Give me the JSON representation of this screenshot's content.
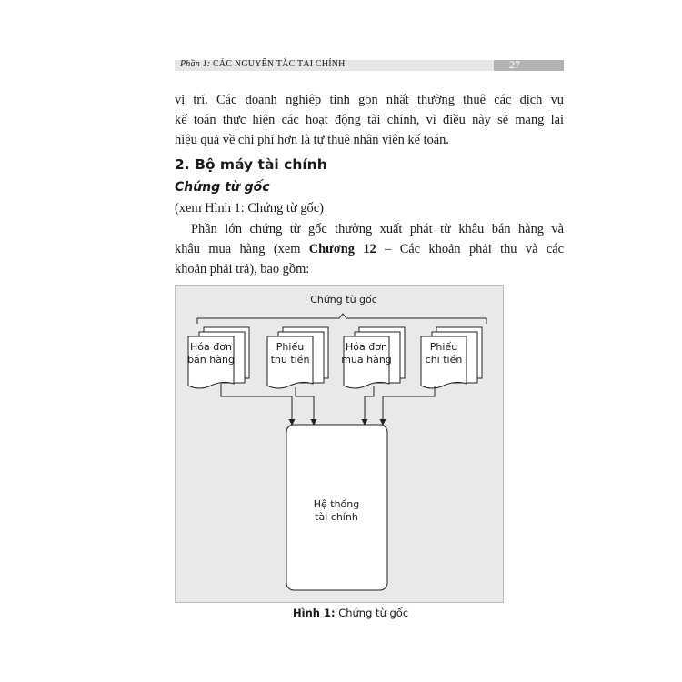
{
  "header": {
    "part_label": "Phần 1:",
    "title": "CÁC NGUYÊN TẮC TÀI CHÍNH",
    "page_number": "27"
  },
  "paragraph_1": {
    "lines": [
      "vị trí. Các doanh nghiệp tinh gọn nhất thường thuê các dịch vụ",
      "kế toán thực hiện các hoạt động tài chính, vì điều này sẽ mang lại",
      "hiệu quả về chi phí hơn là tự thuê nhân viên kế toán."
    ]
  },
  "section": {
    "title": "2. Bộ máy tài chính"
  },
  "subsection": {
    "title": "Chứng từ gốc",
    "reference": "(xem Hình 1: Chứng từ gốc)"
  },
  "paragraph_2": {
    "line_1": "Phần lớn chứng từ gốc thường xuất phát từ khâu bán hàng và",
    "line_2_before": "khâu mua hàng (xem ",
    "line_2_bold": "Chương 12",
    "line_2_after": " – Các khoản phải thu và các",
    "line_3": "khoản phải trả), bao gồm:"
  },
  "figure": {
    "group_label": "Chứng từ gốc",
    "documents": [
      {
        "line1": "Hóa đơn",
        "line2": "bán hàng"
      },
      {
        "line1": "Phiếu",
        "line2": "thu tiền"
      },
      {
        "line1": "Hóa đơn",
        "line2": "mua hàng"
      },
      {
        "line1": "Phiếu",
        "line2": "chi tiền"
      }
    ],
    "system": {
      "line1": "Hệ thống",
      "line2": "tài chính"
    }
  },
  "caption": {
    "label": "Hình 1:",
    "text": "Chứng từ gốc"
  }
}
